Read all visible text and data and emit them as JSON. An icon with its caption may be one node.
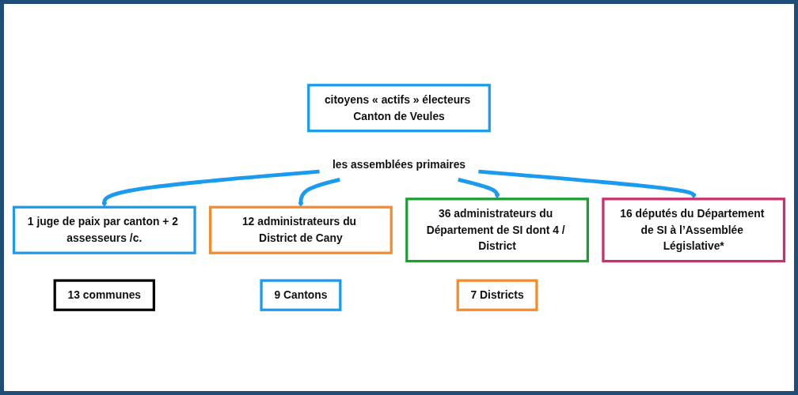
{
  "diagram": {
    "nodes": [
      {
        "text": [
          "citoyens « actifs » électeurs Canton de Veules"
        ]
      },
      {
        "text": [
          "les assemblées primaires"
        ]
      },
      {
        "text": [
          "1 juge de paix par canton + 2 assesseurs /c."
        ]
      },
      {
        "text": [
          "12 administrateurs du District de Cany"
        ]
      },
      {
        "text": [
          "36 administrateurs du Département de SI dont 4 / District"
        ]
      },
      {
        "text": [
          "16 députés du Département de SI à l’Assemblée Législative*"
        ]
      },
      {
        "text": [
          "13 communes"
        ]
      },
      {
        "text": [
          "9 Cantons"
        ]
      },
      {
        "text": [
          "7 Districts"
        ]
      }
    ],
    "edges": [
      {
        "from": 1,
        "to": 2,
        "arrow": "to"
      },
      {
        "from": 1,
        "to": 3,
        "arrow": "to"
      },
      {
        "from": 1,
        "to": 4,
        "arrow": "to"
      },
      {
        "from": 1,
        "to": 5,
        "arrow": "to"
      }
    ]
  }
}
